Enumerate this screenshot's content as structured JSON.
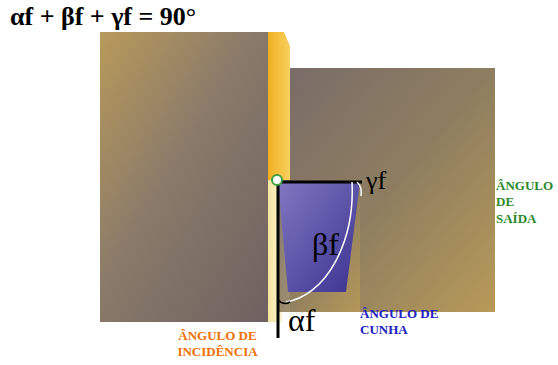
{
  "diagram": {
    "title": "αf + βf + γf = 90°",
    "labels": [
      "γf",
      "βf",
      "αf",
      "ÂNGULO DE SAÍDA",
      "ÂNGULO DE INCIDÊNCIA",
      "ÂNGULO DE CUNHA"
    ]
  }
}
